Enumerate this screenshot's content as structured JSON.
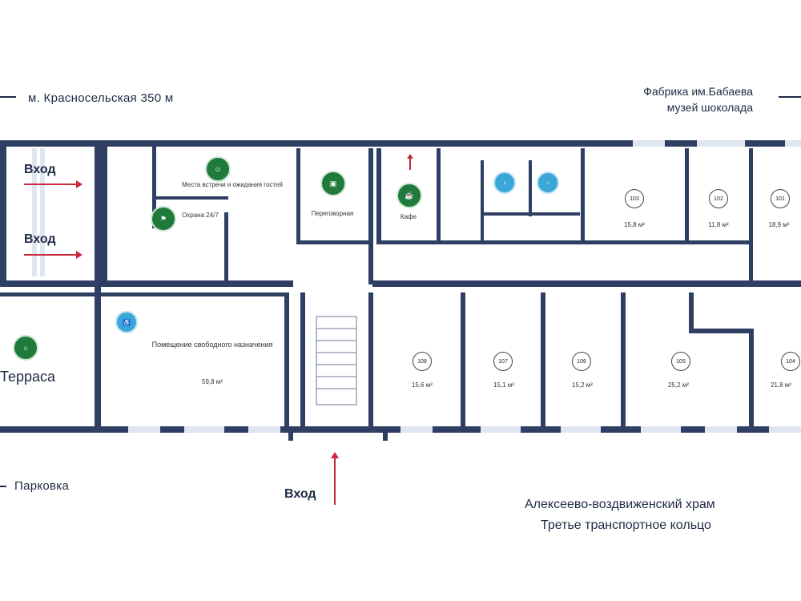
{
  "streets": {
    "metro": "м. Красносельская 350 м",
    "parking": "Парковка"
  },
  "landmarks": {
    "factory_line1": "Фабрика им.Бабаева",
    "factory_line2": "музей шоколада"
  },
  "bottom_note": {
    "line1": "Алексеево-воздвиженский храм",
    "line2": "Третье транспортное кольцо"
  },
  "entrances": {
    "left_top": "Вход",
    "left_bottom": "Вход",
    "bottom": "Вход"
  },
  "terrace": "Терраса",
  "rooms": {
    "free_room_title": "Помещение свободного назначения",
    "free_room_area": "59,8 м²",
    "meeting_room": "Переговорная",
    "cafe": "Кафе",
    "room_108_num": "108",
    "room_108_area": "15,6 м²",
    "room_107_num": "107",
    "room_107_area": "15,1 м²",
    "room_106_num": "106",
    "room_106_area": "15,2 м²",
    "room_105_num": "105",
    "room_105_area": "25,2 м²",
    "room_104_num": "104",
    "room_104_area": "21,8 м²",
    "room_103_num": "103",
    "room_103_area": "15,8 м²",
    "room_102_num": "102",
    "room_102_area": "11,8 м²",
    "room_101_num": "101",
    "room_101_area": "18,9 м²",
    "lounge": "Места встречи и ожидания гостей",
    "reception": "Охрана 24/7"
  },
  "colors": {
    "wall": "#2f3f63",
    "green": "#1f7a3c",
    "blue": "#3aa7d8",
    "arrow": "#c8283a"
  }
}
